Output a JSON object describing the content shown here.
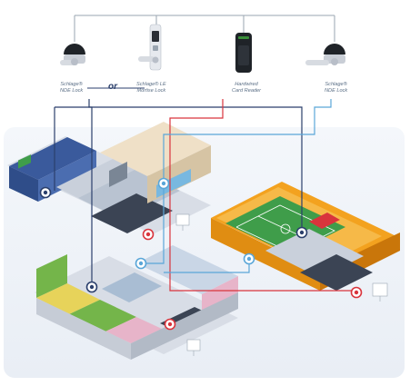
{
  "devices": [
    {
      "name": "nde-lock-left",
      "line1": "Schlage®",
      "line2": "NDE Lock",
      "icon": "lever-lock-icon"
    },
    {
      "name": "le-mortise-lock",
      "line1": "Schlage® LE",
      "line2": "Mortise Lock",
      "icon": "mortise-lock-icon"
    },
    {
      "name": "card-reader",
      "line1": "Hardwired",
      "line2": "Card Reader",
      "icon": "card-reader-icon"
    },
    {
      "name": "nde-lock-right",
      "line1": "Schlage®",
      "line2": "NDE Lock",
      "icon": "lever-lock-icon"
    }
  ],
  "or_text": "or",
  "colors": {
    "navy_line": "#2b3f6c",
    "red_line": "#d9343c",
    "blue_line": "#5aa6d8",
    "gray_line": "#9aa5b1",
    "gym_orange": "#f3a21f",
    "gym_floor": "#3f9d4a",
    "classroom_blue": "#3a5a9c",
    "classroom_green": "#74b54a",
    "wall_pink": "#e7b4c9"
  }
}
